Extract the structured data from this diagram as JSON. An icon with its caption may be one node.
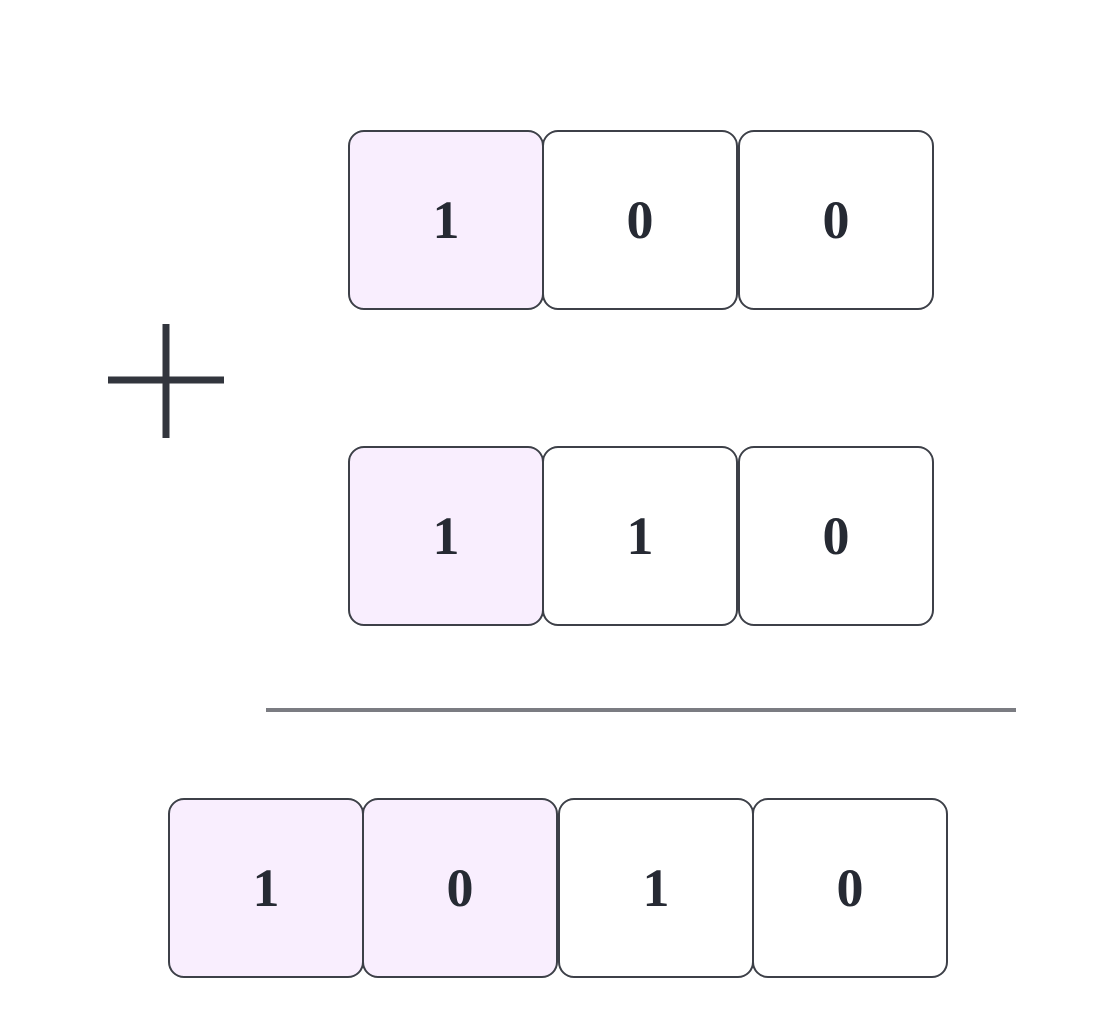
{
  "diagram": {
    "nodes": [
      {
        "text": [
          "1"
        ]
      },
      {
        "text": [
          "0"
        ]
      },
      {
        "text": [
          "0"
        ]
      },
      {
        "text": [
          "1"
        ]
      },
      {
        "text": [
          "1"
        ]
      },
      {
        "text": [
          "0"
        ]
      },
      {
        "text": [
          "1"
        ]
      },
      {
        "text": [
          "0"
        ]
      },
      {
        "text": [
          "1"
        ]
      },
      {
        "text": [
          "0"
        ]
      }
    ]
  }
}
